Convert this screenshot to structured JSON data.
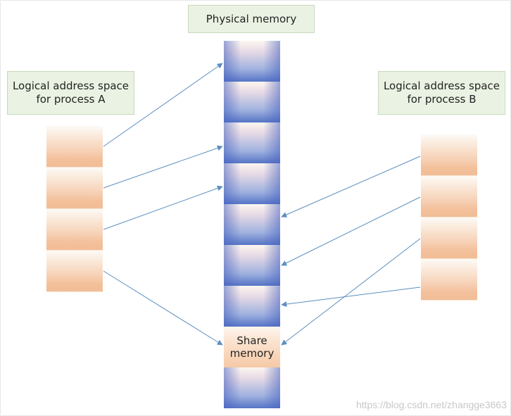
{
  "physical_memory": {
    "title": "Physical memory",
    "share_label_line1": "Share",
    "share_label_line2": "memory"
  },
  "process_a": {
    "label_line1": "Logical address space",
    "label_line2": "for process A"
  },
  "process_b": {
    "label_line1": "Logical address space",
    "label_line2": "for process B"
  },
  "watermark": "https://blog.csdn.net/zhangge3663",
  "colors": {
    "label_fill": "#eaf3e3",
    "logical_page": "#f3c09b",
    "physical_frame": "#5674c6",
    "arrow": "#5b8fbf"
  }
}
